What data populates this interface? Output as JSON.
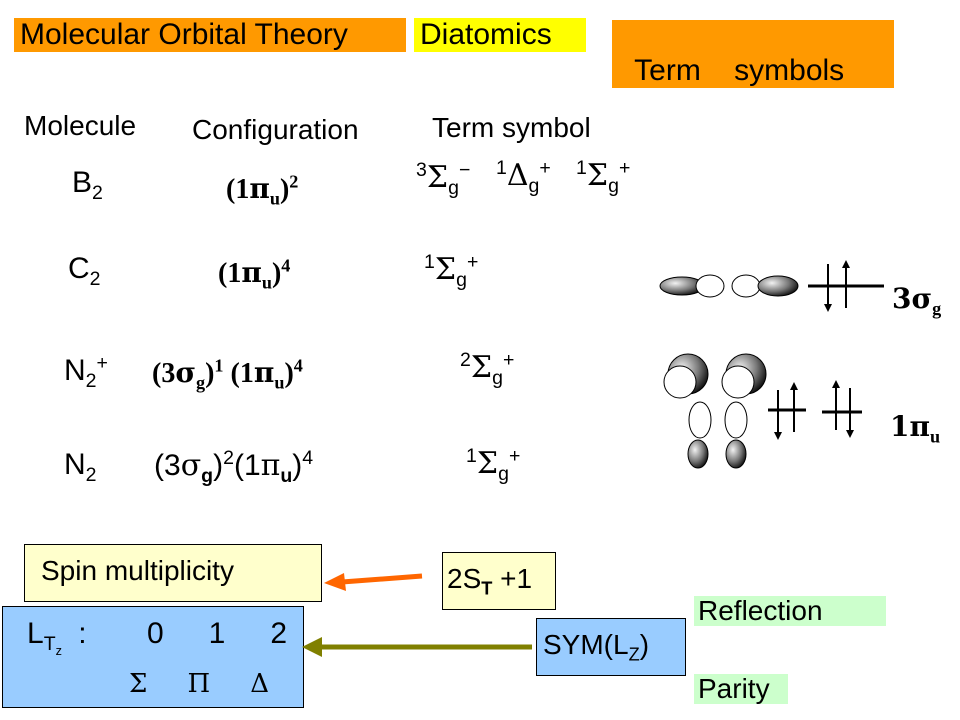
{
  "header": {
    "title1": "Molecular Orbital Theory",
    "title2": "Diatomics",
    "title3": "Term    symbols"
  },
  "columns": {
    "molecule": "Molecule",
    "configuration": "Configuration",
    "term_symbol": "Term symbol"
  },
  "rows": [
    {
      "molecule": {
        "base": "B",
        "sub": "2",
        "sup": ""
      },
      "config": [
        {
          "text": "(1",
          "orb": "π",
          "orb_sub": "u",
          "sup": "2"
        }
      ],
      "terms": [
        {
          "mult": "3",
          "sym": "Σ",
          "sub": "g",
          "sup": "−"
        },
        {
          "mult": "1",
          "sym": "Δ",
          "sub": "g",
          "sup": "+"
        },
        {
          "mult": "1",
          "sym": "Σ",
          "sub": "g",
          "sup": "+"
        }
      ]
    },
    {
      "molecule": {
        "base": "C",
        "sub": "2",
        "sup": ""
      },
      "config": [
        {
          "text": "(1",
          "orb": "π",
          "orb_sub": "u",
          "sup": "4"
        }
      ],
      "terms": [
        {
          "mult": "1",
          "sym": "Σ",
          "sub": "g",
          "sup": "+"
        }
      ]
    },
    {
      "molecule": {
        "base": "N",
        "sub": "2",
        "sup": "+"
      },
      "config": [
        {
          "text": "(3",
          "orb": "σ",
          "orb_sub": "g",
          "sup": "1"
        },
        {
          "text": "(1",
          "orb": "π",
          "orb_sub": "u",
          "sup": "4"
        }
      ],
      "terms": [
        {
          "mult": "2",
          "sym": "Σ",
          "sub": "g",
          "sup": "+"
        }
      ]
    },
    {
      "molecule": {
        "base": "N",
        "sub": "2",
        "sup": ""
      },
      "config": [
        {
          "text": "(3",
          "orb": "σ",
          "orb_sub": "g",
          "sup": "2"
        },
        {
          "text": "(1",
          "orb": "π",
          "orb_sub": "u",
          "sup": "4"
        }
      ],
      "terms": [
        {
          "mult": "1",
          "sym": "Σ",
          "sub": "g",
          "sup": "+"
        }
      ]
    }
  ],
  "orbitals": {
    "sigma_label": {
      "orb": "3σ",
      "sub": "g"
    },
    "pi_label": {
      "orb": "1π",
      "sub": "u"
    }
  },
  "spin": {
    "label": "Spin multiplicity",
    "formula_prefix": "2S",
    "formula_sub": "T",
    "formula_suffix": " +1"
  },
  "lz": {
    "label": "L",
    "label_sub": "T",
    "label_subsub": "z",
    "colon": ":",
    "values": [
      "0",
      "1",
      "2"
    ],
    "symbols": [
      "Σ",
      "Π",
      "Δ"
    ]
  },
  "sym": {
    "prefix": "SYM(L",
    "sub": "Z",
    "suffix": ")"
  },
  "labels": {
    "reflection": "Reflection",
    "parity": "Parity"
  },
  "colors": {
    "header_orange": "#ff9900",
    "header_yellow": "#ffff00",
    "spin_box": "#ffffcc",
    "lz_box": "#99ccff",
    "green_label": "#ccffcc",
    "arrow_orange": "#ff6600",
    "arrow_olive": "#808000"
  }
}
